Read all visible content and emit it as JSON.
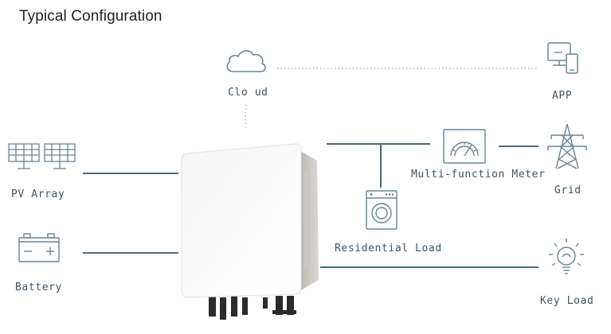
{
  "title": "Typical Configuration",
  "labels": {
    "cloud": "Clo ud",
    "app": "APP",
    "pv": "PV Array",
    "battery": "Battery",
    "meter": "Multi-function Meter",
    "grid": "Grid",
    "residential": "Residential Load",
    "key_load": "Key Load"
  },
  "icons": {
    "cloud": "cloud-icon",
    "app": "app-devices-icon",
    "pv": "solar-panel-icon",
    "battery": "battery-icon",
    "meter": "meter-icon",
    "grid": "power-tower-icon",
    "residential": "washing-machine-icon",
    "key_load": "light-bulb-icon",
    "inverter": "inverter-icon"
  },
  "colors": {
    "line": "#4a6a78",
    "icon": "#6a8593",
    "text": "#3d5562"
  }
}
